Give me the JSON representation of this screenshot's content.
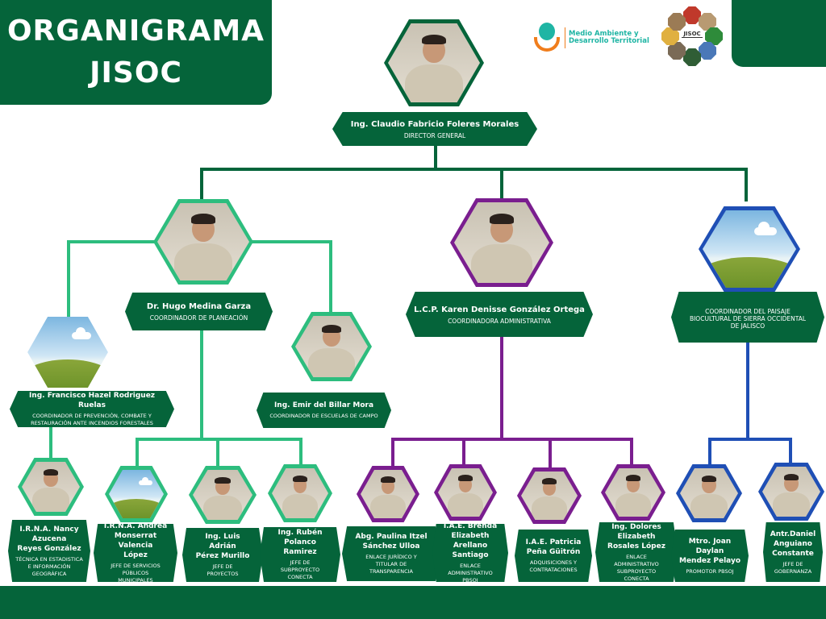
{
  "title": {
    "line1": "ORGANIGRAMA",
    "line2": "JISOC"
  },
  "logos": {
    "secretaria": "Medio Ambiente y\nDesarrollo Territorial",
    "jisoc": "JISOC"
  },
  "colors": {
    "dark_green": "#05643a",
    "light_green": "#2dbd7e",
    "purple": "#7a1e8f",
    "blue": "#1f4fb5"
  },
  "director": {
    "name": "Ing. Claudio Fabricio Foleres Morales",
    "role": "DIRECTOR GENERAL"
  },
  "coordinators": [
    {
      "name": "Dr. Hugo Medina Garza",
      "role": "COORDINADOR DE PLANEACIÓN"
    },
    {
      "name": "L.C.P. Karen Denisse González Ortega",
      "role": "COORDINADORA ADMINISTRATIVA"
    },
    {
      "name": "",
      "role": "COORDINADOR  DEL PAISAJE\nBIOCULTURAL DE SIERRA OCCIDENTAL\nDE JALISCO"
    }
  ],
  "sub_coordinators": [
    {
      "name": "Ing. Francisco Hazel Rodriguez\nRuelas",
      "role": "COORDINADOR DE PREVENCIÓN, COMBATE Y\nRESTAURACIÓN ANTE INCENDIOS FORESTALES"
    },
    {
      "name": "Ing. Emir del Billar Mora",
      "role": "COORDINADOR DE ESCUELAS DE CAMPO"
    }
  ],
  "staff": [
    {
      "name": "I.R.N.A. Nancy\nAzucena\nReyes  González",
      "role": "TÉCNICA EN ESTADISTICA\nE INFORMACIÓN\nGEOGRÁFICA"
    },
    {
      "name": "I.R.N.A. Andrea\nMonserrat Valencia\nLópez",
      "role": "JEFE DE SERVICIOS\nPÚBLICOS\nMUNICIPALES"
    },
    {
      "name": "Ing. Luis\nAdrián\nPérez Murillo",
      "role": "JEFE DE\nPROYECTOS"
    },
    {
      "name": "Ing. Rubén\nPolanco Ramirez",
      "role": "JEFE DE\nSUBPROYECTO\nCONECTA"
    },
    {
      "name": "Abg. Paulina Itzel\nSánchez Ulloa",
      "role": "ENLACE JURÍDICO Y\nTITULAR DE\nTRANSPARENCIA"
    },
    {
      "name": "I.A.E. Brenda\nElizabeth\nArellano Santiago",
      "role": "ENLACE\nADMINISTRATIVO\nPBSOJ"
    },
    {
      "name": "I.A.E. Patricia\nPeña Güitrón",
      "role": "ADQUISICIONES Y\nCONTRATACIONES"
    },
    {
      "name": "Ing. Dolores\nElizabeth\nRosales López",
      "role": "ENLACE\nADMINISTRATIVO\nSUBPROYECTO\nCONECTA"
    },
    {
      "name": "Mtro. Joan\nDaylan\nMendez Pelayo",
      "role": "PROMOTOR PBSOJ"
    },
    {
      "name": "Antr.Daniel\nAnguiano\nConstante",
      "role": "JEFE DE\nGOBERNANZA"
    }
  ]
}
